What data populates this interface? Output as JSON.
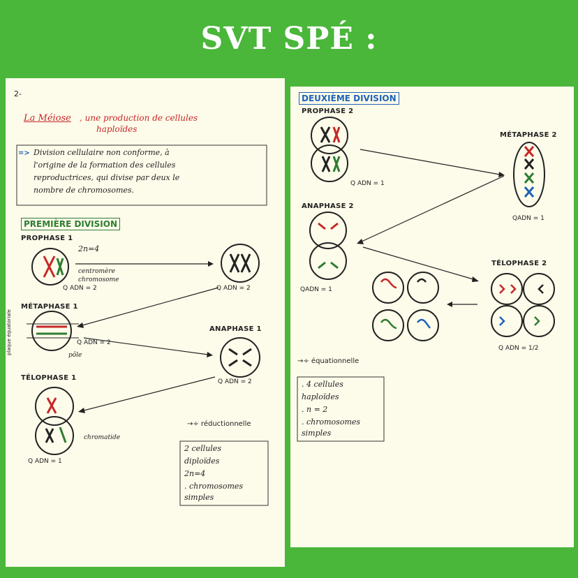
{
  "header": {
    "title": "SVT SPÉ :"
  },
  "left": {
    "page_number": "2-",
    "heading_red": "La Méiose",
    "heading_rest": ", une production de cellules",
    "heading_line2": "haploïdes",
    "definition": [
      "Division cellulaire non conforme, à",
      "l'origine de la formation des cellules",
      "reproductrices, qui divise par deux le",
      "nombre de chromosomes."
    ],
    "arrow_mark": "=>",
    "section": "PREMIÈRE DIVISION",
    "prophase": "PROPHASE 1",
    "n_label": "2n=4",
    "centromere": "centromère",
    "chromosome": "chromosome",
    "qadn_1": "Q ADN = 2",
    "qadn_2": "Q ADN = 2",
    "metaphase": "MÉTAPHASE 1",
    "plaque": "plaque équatoriale",
    "qadn_3": "Q ADN = 2",
    "pole": "pôle",
    "anaphase": "ANAPHASE 1",
    "qadn_4": "Q ADN = 2",
    "telophase": "TÉLOPHASE 1",
    "chromatide": "chromatide",
    "qadn_5": "Q ADN = 1",
    "reductionnelle": "→÷ réductionnelle",
    "summary": [
      "2 cellules",
      "diploïdes",
      "2n=4",
      ". chromosomes",
      "simples"
    ]
  },
  "right": {
    "section": "DEUXIÈME DIVISION",
    "prophase": "PROPHASE 2",
    "qadn_1": "Q ADN = 1",
    "metaphase": "MÉTAPHASE 2",
    "qadn_2": "QADN = 1",
    "anaphase": "ANAPHASE 2",
    "qadn_3": "QADN = 1",
    "telophase": "TÉLOPHASE 2",
    "qadn_4": "Q ADN = 1/2",
    "equationnelle": "→÷ équationnelle",
    "summary": [
      ". 4 cellules",
      "haploïdes",
      ". n = 2",
      ". chromosomes",
      "simples"
    ]
  },
  "colors": {
    "background": "#4ab63a",
    "paper": "#fdfbea",
    "red": "#c62828",
    "green": "#2e7d32",
    "blue": "#1e63b8"
  }
}
